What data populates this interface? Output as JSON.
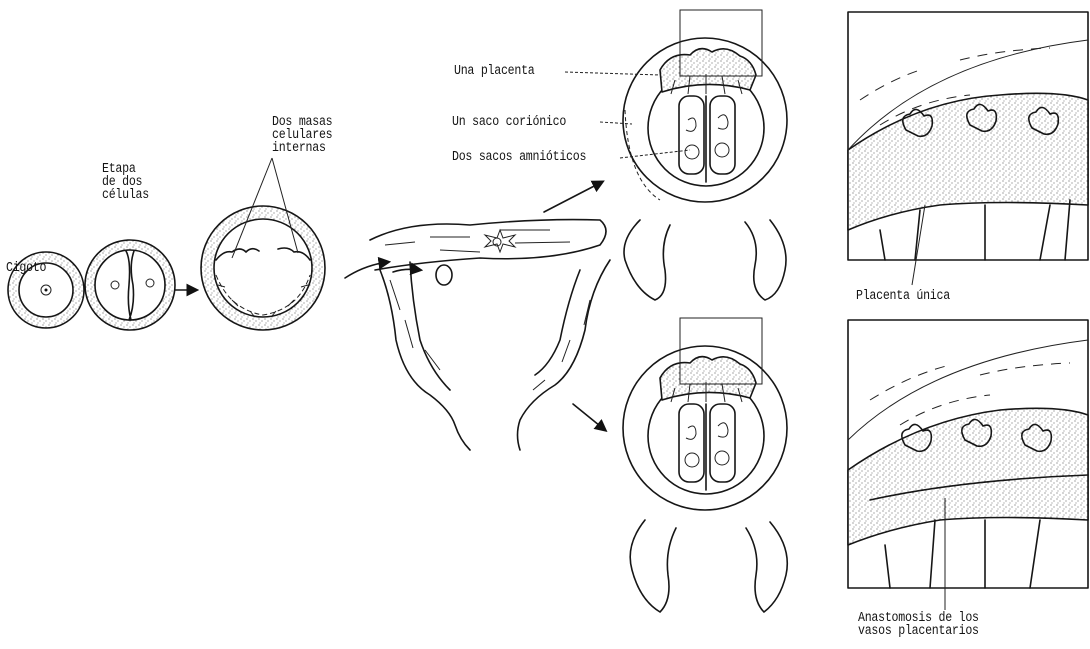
{
  "labels": {
    "cigoto": "Cigoto",
    "etapa": "Etapa\nde dos\ncélulas",
    "dos_masas": "Dos masas\ncelulares\ninternas",
    "una_placenta": "Una placenta",
    "un_saco": "Un saco coriónico",
    "dos_sacos": "Dos sacos amnióticos",
    "placenta_unica": "Placenta única",
    "anastomosis": "Anastomosis de los\nvasos placentarios"
  }
}
